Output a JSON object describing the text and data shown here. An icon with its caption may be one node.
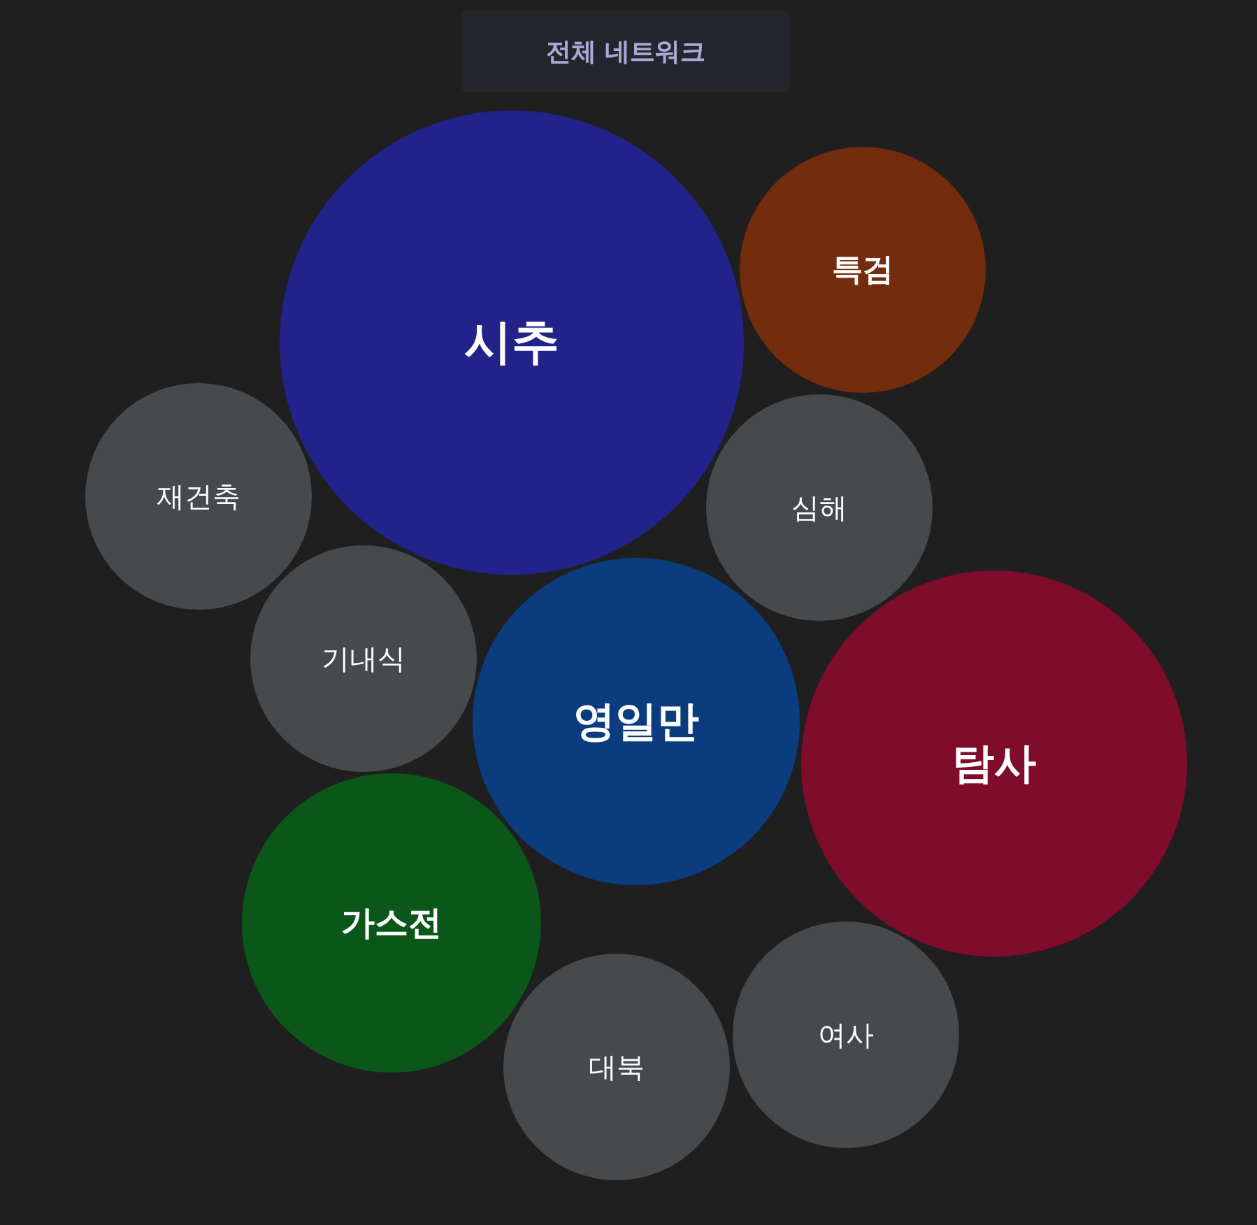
{
  "diagram": {
    "title": "전체 네트워크",
    "nodes": [
      {
        "text": [
          "특검"
        ]
      },
      {
        "text": [
          "시추"
        ]
      },
      {
        "text": [
          "재건축"
        ]
      },
      {
        "text": [
          "심해"
        ]
      },
      {
        "text": [
          "기내식"
        ]
      },
      {
        "text": [
          "영일만"
        ]
      },
      {
        "text": [
          "탐사"
        ]
      },
      {
        "text": [
          "가스전"
        ]
      },
      {
        "text": [
          "여사"
        ]
      },
      {
        "text": [
          "대북"
        ]
      }
    ]
  }
}
